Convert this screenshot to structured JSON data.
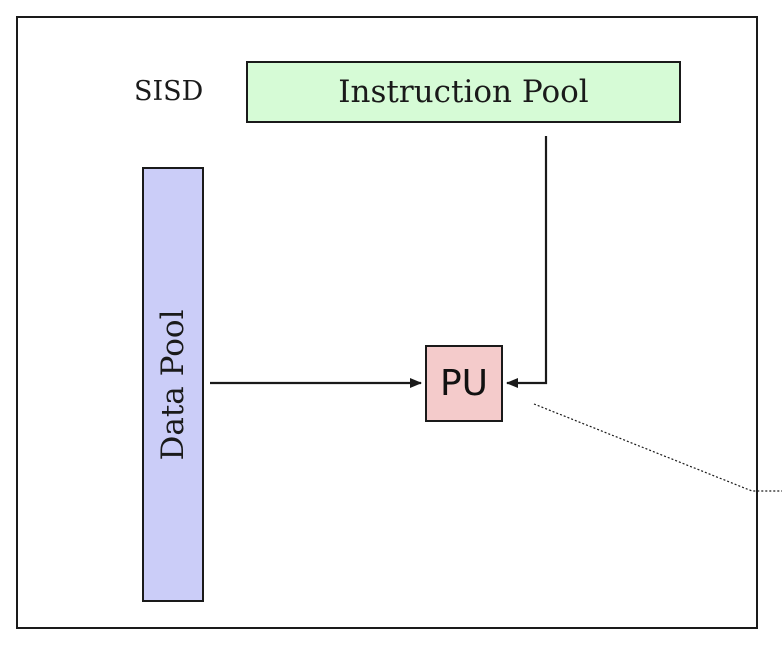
{
  "diagram": {
    "title": "SISD",
    "instruction_pool": "Instruction Pool",
    "data_pool": "Data Pool",
    "processing_unit": "PU"
  },
  "colors": {
    "instruction_pool_fill": "#d6fbd6",
    "data_pool_fill": "#cbcdf8",
    "pu_fill": "#f4cbcb",
    "stroke": "#1a1a1a"
  }
}
